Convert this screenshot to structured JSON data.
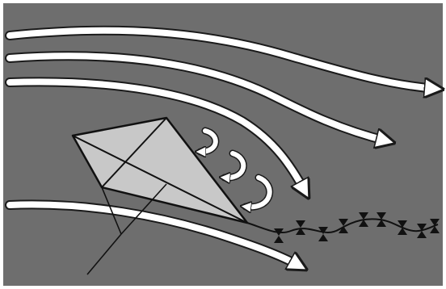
{
  "figure": {
    "background_color": "#6e6e6e",
    "border_color": "#ffffff",
    "arrow_fill": "#ffffff",
    "arrow_outline": "#1a1a1a",
    "kite_fill": "#c8c8c8",
    "line_color": "#111111",
    "bow_color": "#111111",
    "streamline_count": 4,
    "eddy_count": 3,
    "tail_bow_count": 9,
    "icons": [
      "kite-icon",
      "airflow-arrow-icon",
      "eddy-arrow-icon",
      "tail-bow-icon"
    ]
  }
}
